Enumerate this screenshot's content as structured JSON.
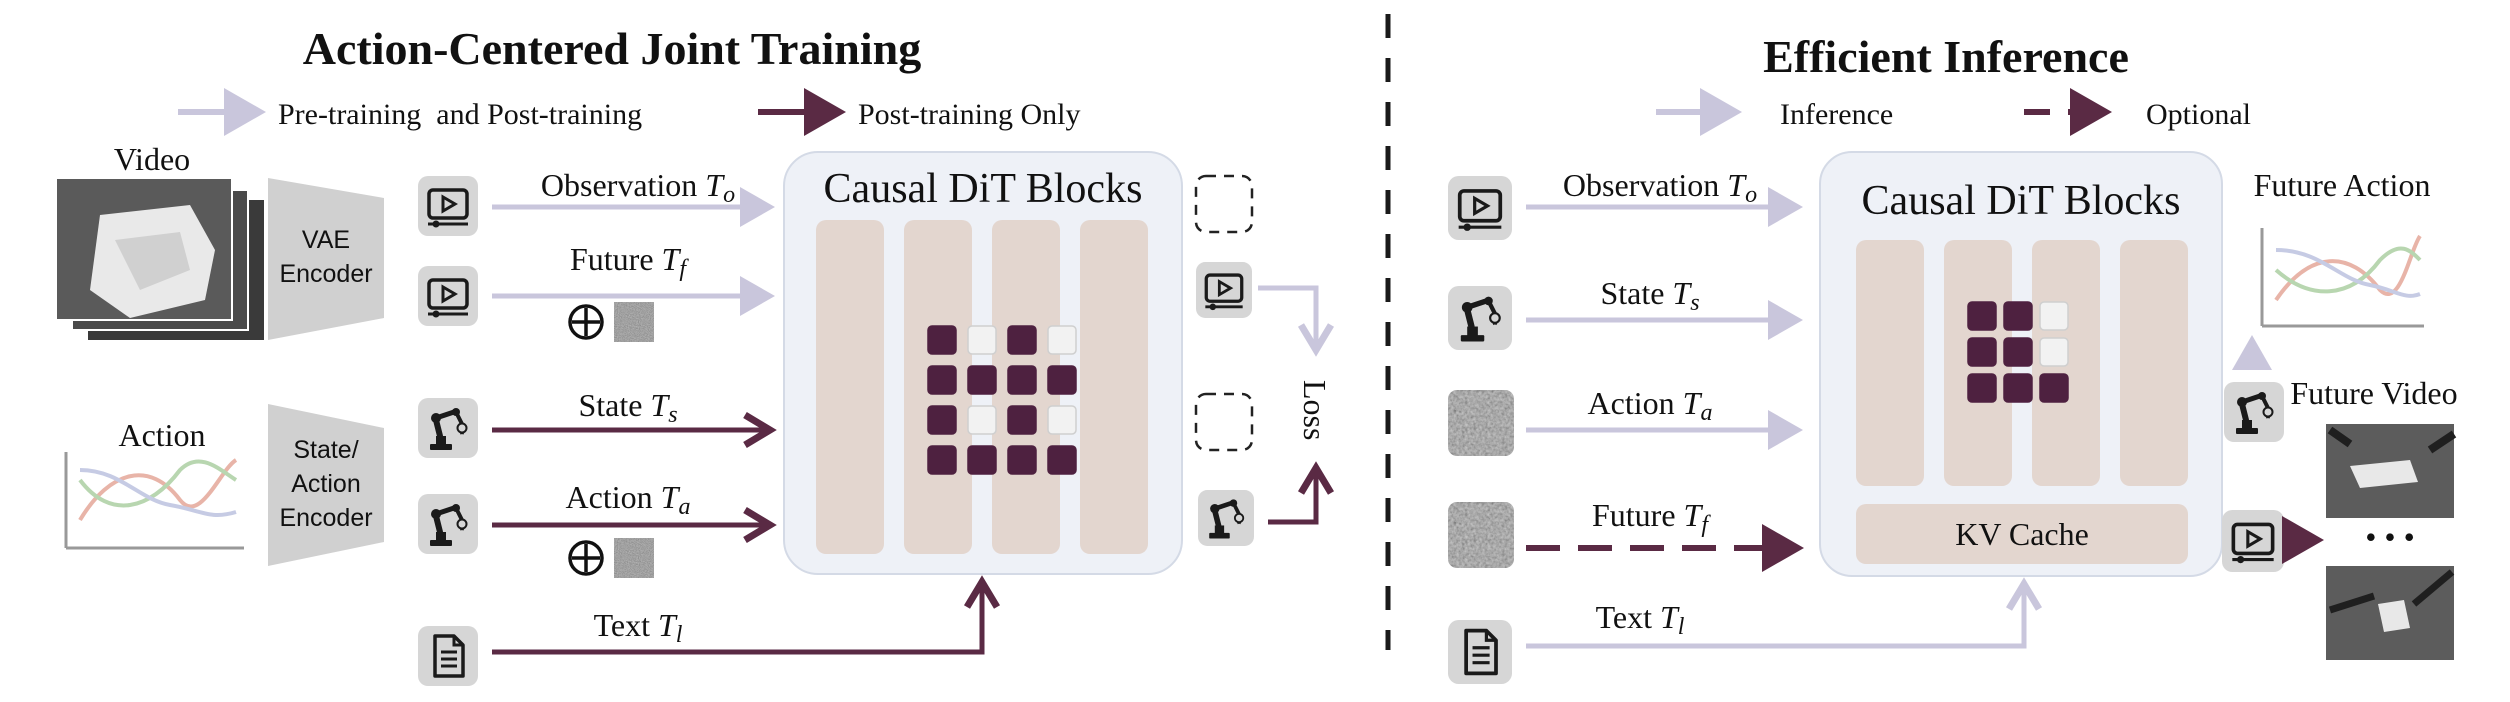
{
  "left_panel": {
    "title": "Action-Centered Joint Training",
    "legend": {
      "light": "Pre-training  and Post-training",
      "dark": "Post-training Only"
    },
    "video_label": "Video",
    "action_label": "Action",
    "vae_encoder": [
      "VAE",
      "Encoder"
    ],
    "state_action_encoder": [
      "State/",
      "Action",
      "Encoder"
    ],
    "block_title": "Causal DiT Blocks",
    "inputs": [
      {
        "label": "Observation",
        "sub": "o",
        "icon": "video-play-icon"
      },
      {
        "label": "Future",
        "sub": "f",
        "icon": "video-play-icon"
      },
      {
        "label": "State",
        "sub": "s",
        "icon": "robot-arm-icon"
      },
      {
        "label": "Action",
        "sub": "a",
        "icon": "robot-arm-icon"
      },
      {
        "label": "Text",
        "sub": "l",
        "icon": "document-icon"
      }
    ],
    "loss_label": "Loss"
  },
  "right_panel": {
    "title": "Efficient Inference",
    "legend": {
      "solid": "Inference",
      "dashed": "Optional"
    },
    "block_title": "Causal DiT Blocks",
    "kv_cache": "KV Cache",
    "inputs": [
      {
        "label": "Observation",
        "sub": "o",
        "icon": "video-play-icon"
      },
      {
        "label": "State",
        "sub": "s",
        "icon": "robot-arm-icon"
      },
      {
        "label": "Action",
        "sub": "a",
        "icon": "noise-icon"
      },
      {
        "label": "Future",
        "sub": "f",
        "icon": "noise-icon"
      },
      {
        "label": "Text",
        "sub": "l",
        "icon": "document-icon"
      }
    ],
    "future_action_label": "Future Action",
    "future_video_label": "Future Video",
    "ellipsis": "• • •"
  },
  "colors": {
    "light_arrow": "#c9c6dc",
    "dark_arrow": "#5a2a44",
    "block_panel": "#eef1f7",
    "column": "#e3d6cf",
    "cell_dark": "#4e2140",
    "cell_light": "#f2f2f2",
    "icon_bg": "#d6d6d6",
    "encoder_gray": "#d0d0d0"
  }
}
